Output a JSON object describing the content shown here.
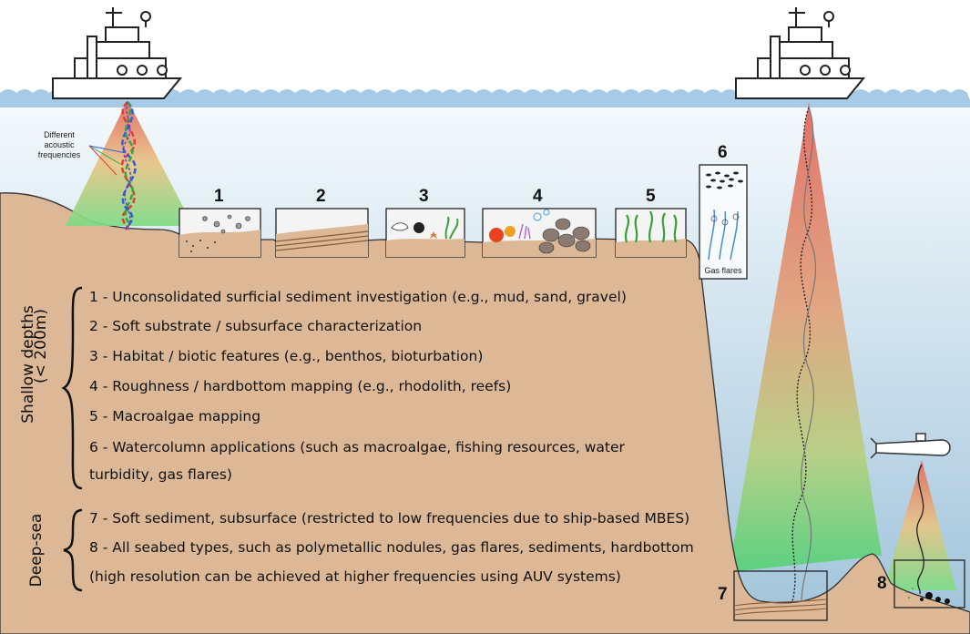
{
  "callout": {
    "acoustic_label_1": "Different",
    "acoustic_label_2": "acoustic",
    "acoustic_label_3": "frequencies",
    "gas_flares": "Gas flares"
  },
  "panels": {
    "p1": "1",
    "p2": "2",
    "p3": "3",
    "p4": "4",
    "p5": "5",
    "p6": "6",
    "p7": "7",
    "p8": "8"
  },
  "groups": {
    "shallow_1": "Shallow depths",
    "shallow_2": "(< 200m)",
    "deep": "Deep-sea"
  },
  "list": {
    "item1": "1 - Unconsolidated surficial sediment investigation (e.g., mud, sand, gravel)",
    "item2": "2 - Soft substrate / subsurface characterization",
    "item3": "3 - Habitat / biotic features (e.g., benthos, bioturbation)",
    "item4": "4 - Roughness / hardbottom mapping (e.g., rhodolith, reefs)",
    "item5": "5 - Macroalgae mapping",
    "item6a": "6 - Watercolumn applications (such as macroalgae, fishing resources, water",
    "item6b": "turbidity, gas flares)",
    "item7": "7 - Soft sediment, subsurface (restricted to low frequencies due to ship-based MBES)",
    "item8a": "8 - All seabed types, such as polymetallic nodules, gas flares, sediments, hardbottom",
    "item8b": "(high resolution can be achieved at higher frequencies using AUV systems)"
  },
  "colors": {
    "seabed": "#dcb896",
    "water_top": "#f5fafd",
    "water_bottom": "#9fc3da",
    "wave": "#a7cbe6",
    "beam_top": "#e0665c",
    "beam_bottom": "#55d27a"
  }
}
